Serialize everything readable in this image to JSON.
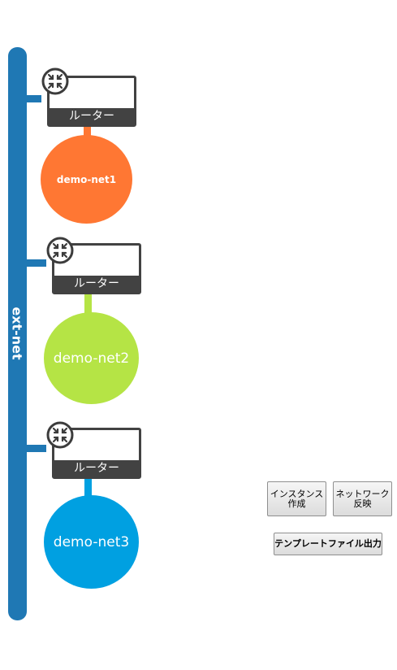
{
  "ext_net": {
    "label": "ext-net",
    "color": "#1f78b4"
  },
  "routers": [
    {
      "label": "ルーター"
    },
    {
      "label": "ルーター"
    },
    {
      "label": "ルーター"
    }
  ],
  "networks": [
    {
      "label": "demo-net1",
      "color": "#ff7733"
    },
    {
      "label": "demo-net2",
      "color": "#b5e445"
    },
    {
      "label": "demo-net3",
      "color": "#00a0e1"
    }
  ],
  "buttons": {
    "create_instance": "インスタンス\n作成",
    "apply_network": "ネットワーク\n反映",
    "template_output": "テンプレートファイル出力"
  },
  "icons": {
    "router": "router-icon"
  }
}
